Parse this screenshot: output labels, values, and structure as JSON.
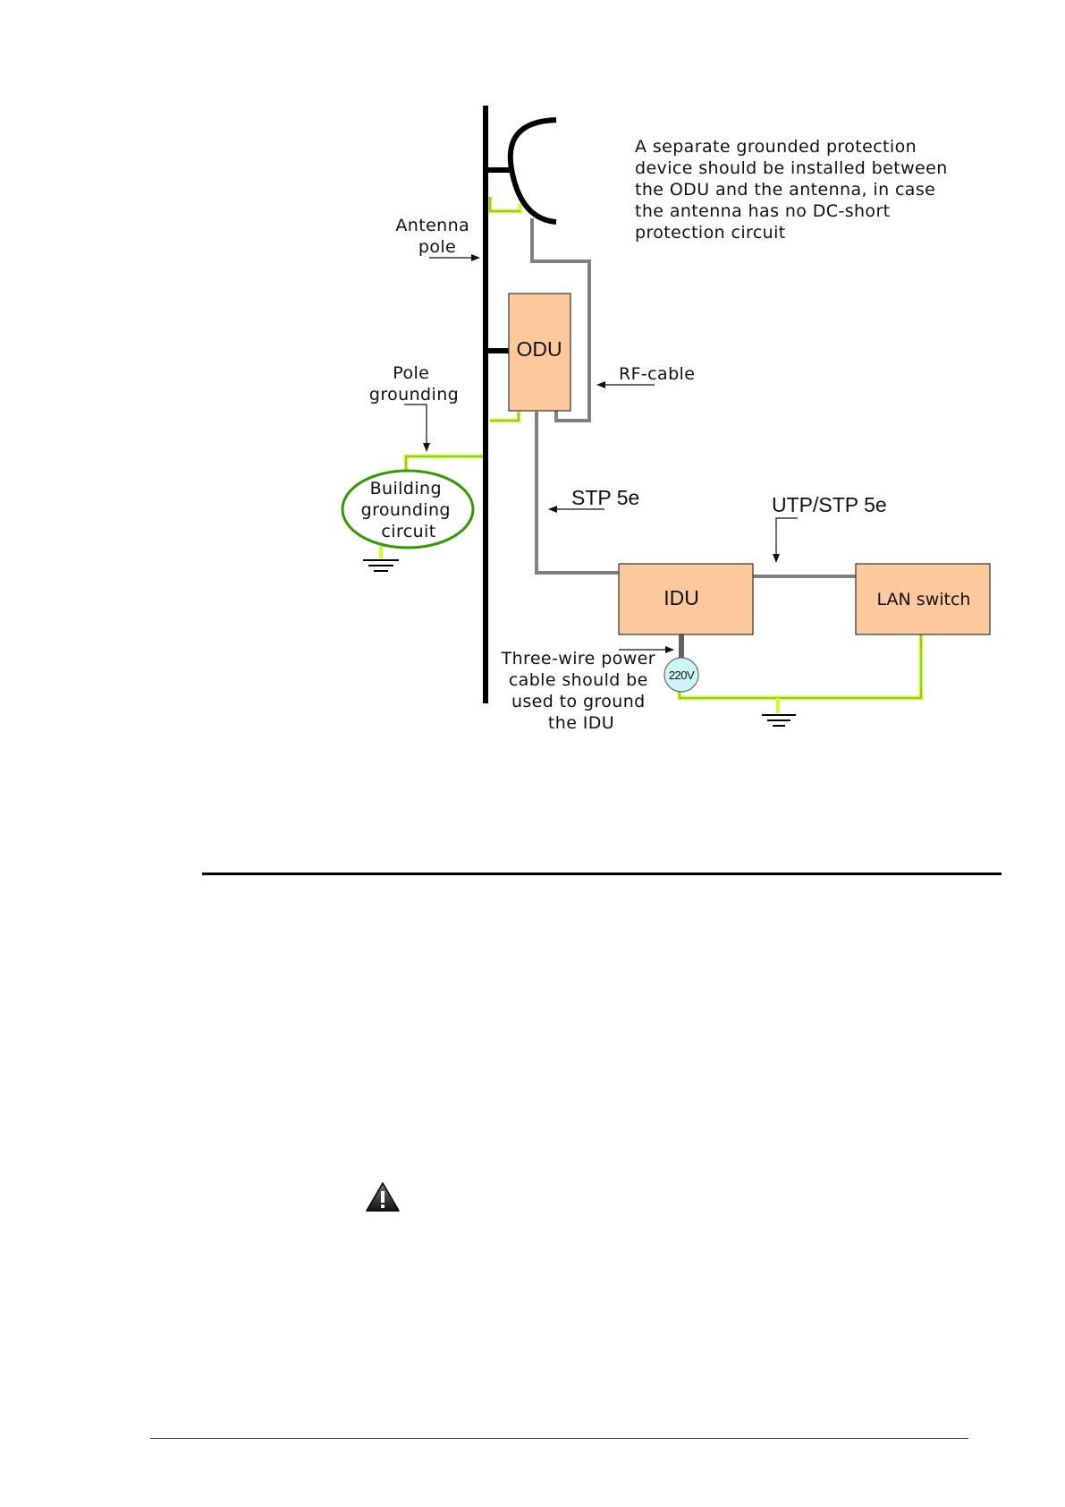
{
  "diagram": {
    "note_lines": [
      "A separate grounded protection",
      "device should be installed between",
      "the ODU and the antenna, in case",
      "the antenna has no DC-short",
      "protection circuit"
    ],
    "antenna_pole_lines": [
      "Antenna",
      "pole"
    ],
    "odu_label": "ODU",
    "rf_cable_label": "RF-cable",
    "pole_grounding_lines": [
      "Pole",
      "grounding"
    ],
    "building_grounding_lines": [
      "Building",
      "grounding",
      "circuit"
    ],
    "stp_label": "STP 5e",
    "utp_stp_label": "UTP/STP 5e",
    "idu_label": "IDU",
    "lan_switch_label": "LAN switch",
    "power_note_lines": [
      "Three-wire power",
      "cable should be",
      "used to ground",
      "the IDU"
    ],
    "voltage_label": "220V"
  },
  "colors": {
    "device_fill": "#fcc89c",
    "cable_gray": "#808080",
    "ground_green": "#ccff33",
    "ground_circle_stroke": "#339900",
    "voltage_fill": "#ccf5f5"
  },
  "icons": {
    "warning": "warning-triangle-icon"
  }
}
